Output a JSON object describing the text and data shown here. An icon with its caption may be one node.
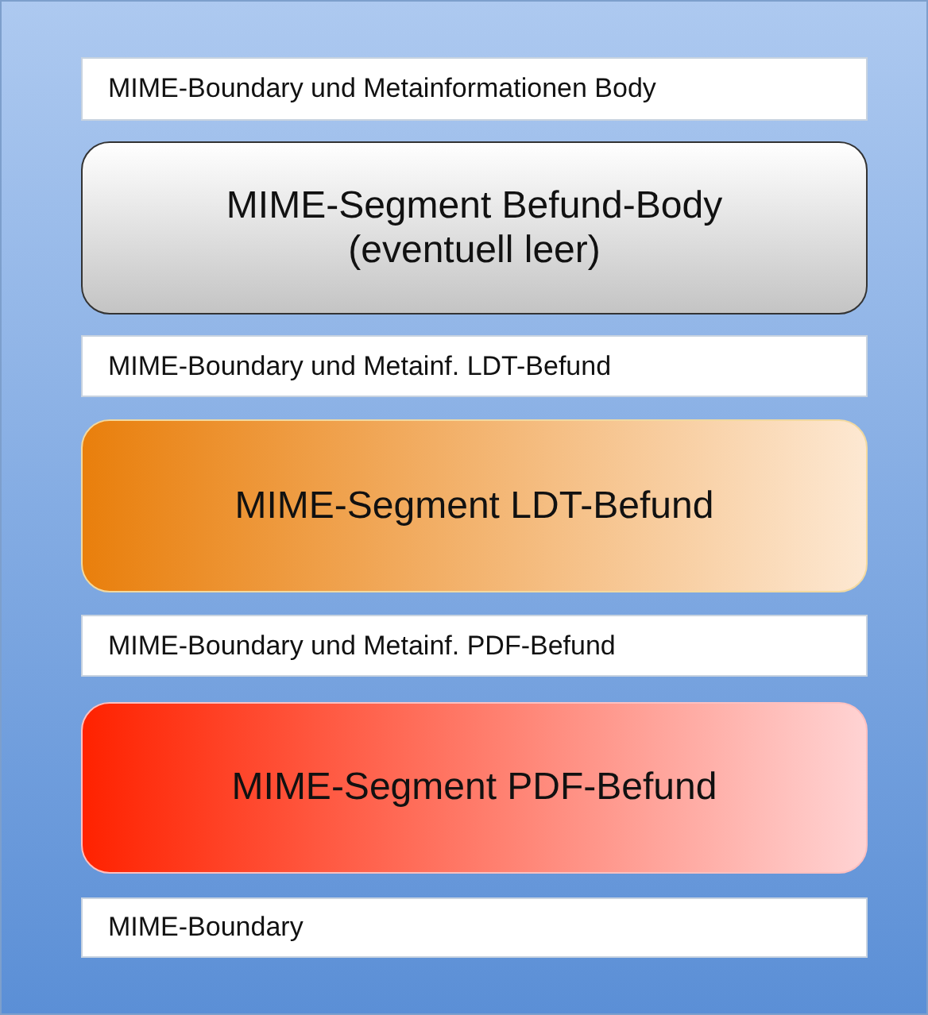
{
  "diagram": {
    "nodes": [
      {
        "text": [],
        "shape": "box"
      },
      {
        "text": [
          "MIME-Boundary und Metainformationen Body"
        ],
        "in": 0
      },
      {
        "text": [
          "MIME-Segment Befund-Body (eventuell leer)"
        ],
        "in": 0
      },
      {
        "text": [
          "MIME-Boundary und Metainf. LDT-Befund"
        ],
        "in": 0
      },
      {
        "text": [
          "MIME-Segment LDT-Befund"
        ],
        "in": 0
      },
      {
        "text": [
          "MIME-Boundary und Metainf. PDF-Befund"
        ],
        "in": 0
      },
      {
        "text": [
          "MIME-Segment PDF-Befund"
        ],
        "in": 0
      },
      {
        "text": [
          "MIME-Boundary"
        ],
        "in": 0
      }
    ]
  }
}
